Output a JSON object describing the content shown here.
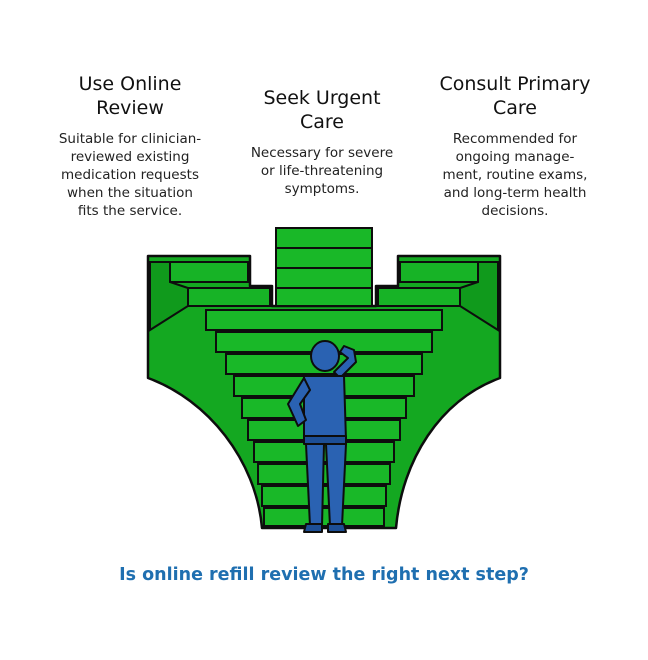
{
  "options": [
    {
      "id": "online-review",
      "title_lines": [
        "Use Online",
        "Review"
      ],
      "desc_lines": [
        "Suitable for clinician-",
        "reviewed existing",
        "medication requests",
        "when the situation",
        "fits the service."
      ]
    },
    {
      "id": "urgent-care",
      "title_lines": [
        "Seek Urgent",
        "Care"
      ],
      "desc_lines": [
        "Necessary for severe",
        "or life-threatening",
        "symptoms."
      ]
    },
    {
      "id": "primary-care",
      "title_lines": [
        "Consult Primary",
        "Care"
      ],
      "desc_lines": [
        "Recommended for",
        "ongoing manage-",
        "ment, routine exams,",
        "and long-term health",
        "decisions."
      ]
    }
  ],
  "question": "Is online refill review the right next step?",
  "colors": {
    "stairs": "#14a821",
    "outline": "#0d0d0d",
    "person": "#2a62b2",
    "question": "#1f6fb0"
  },
  "icons": [
    "stairs-illustration",
    "person-figure"
  ]
}
